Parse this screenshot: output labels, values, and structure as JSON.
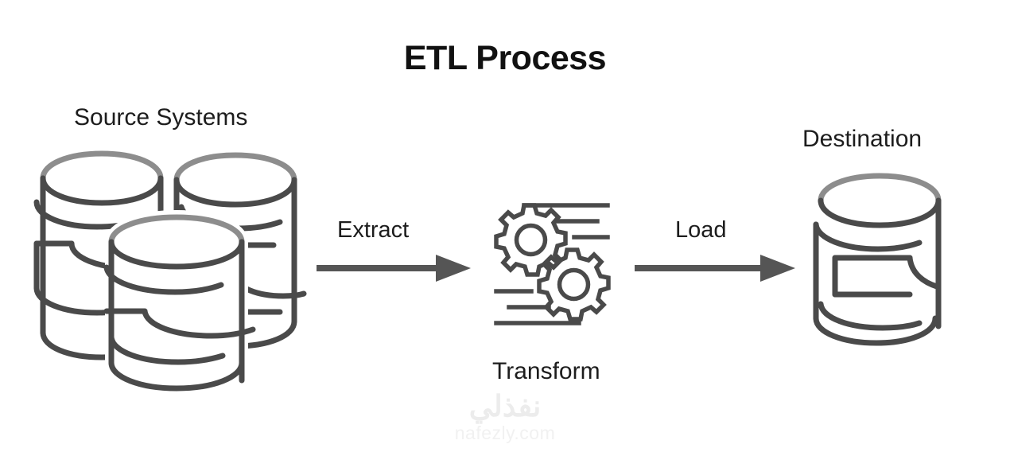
{
  "diagram": {
    "title": "ETL Process",
    "background_color": "#ffffff",
    "title_color": "#111111",
    "stroke_color": "#4a4a4a",
    "stroke_light_color": "#8a8a8a",
    "arrow_color": "#555555",
    "label_color": "#1d1d1d"
  },
  "nodes": [
    {
      "id": "source",
      "label": "Source Systems",
      "icon": "database-stack-icon",
      "description": "Three overlapping database cylinders"
    },
    {
      "id": "transform",
      "label": "Transform",
      "icon": "gears-icon",
      "description": "Two interlocking outlined gears with motion lines"
    },
    {
      "id": "destination",
      "label": "Destination",
      "icon": "database-icon",
      "description": "Single database cylinder"
    }
  ],
  "arrows": [
    {
      "id": "extract",
      "label": "Extract",
      "from": "source",
      "to": "transform",
      "direction": "right"
    },
    {
      "id": "load",
      "label": "Load",
      "from": "transform",
      "to": "destination",
      "direction": "right"
    }
  ],
  "watermark": {
    "arabic": "نفذلي",
    "domain": "nafezly.com",
    "color": "#ececec"
  }
}
